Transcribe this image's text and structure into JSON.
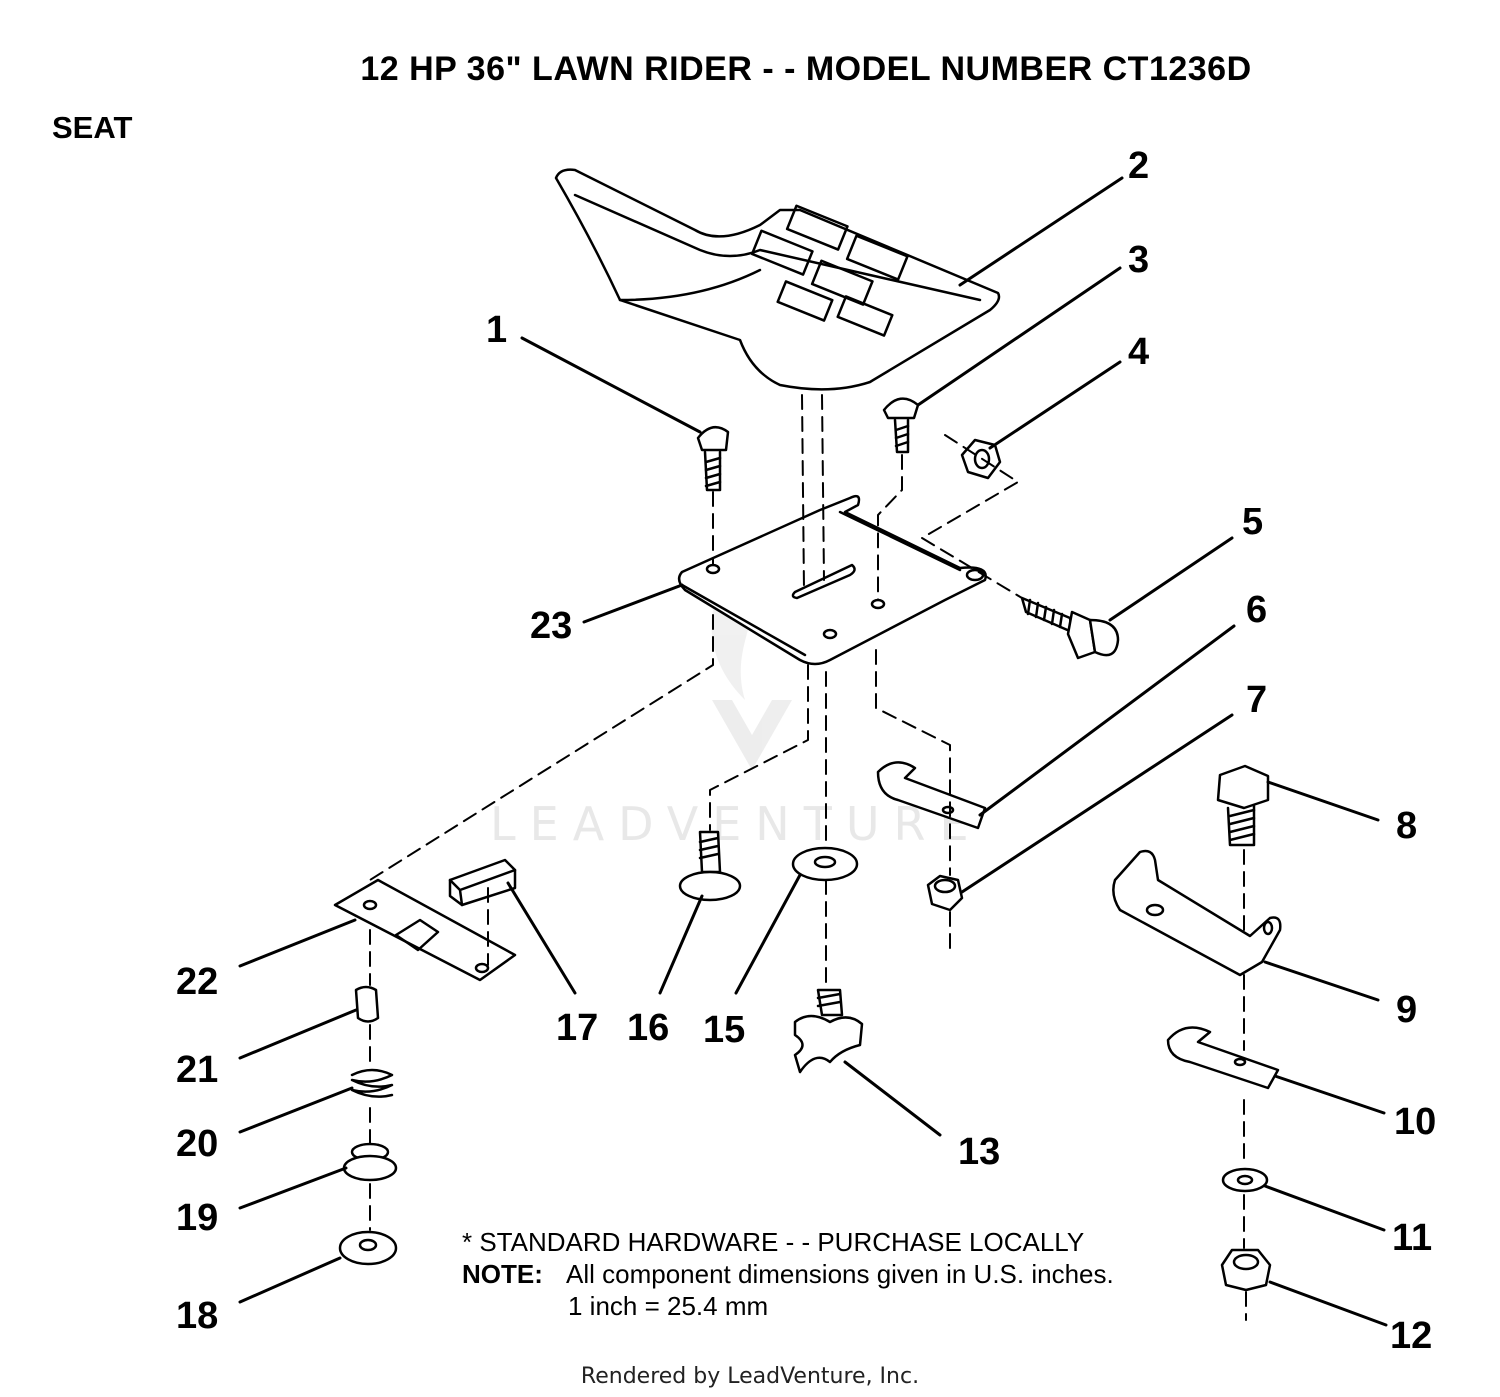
{
  "title": "12 HP 36\" LAWN RIDER - - MODEL NUMBER CT1236D",
  "section": "SEAT",
  "watermark": "LEADVENTURE",
  "callouts": [
    "1",
    "2",
    "3",
    "4",
    "5",
    "6",
    "7",
    "8",
    "9",
    "10",
    "11",
    "12",
    "13",
    "15",
    "16",
    "17",
    "18",
    "19",
    "20",
    "21",
    "22",
    "23"
  ],
  "notes": {
    "standard_hardware": "* STANDARD HARDWARE - - PURCHASE LOCALLY",
    "note_label": "NOTE:",
    "note_line1": "All component dimensions given in U.S. inches.",
    "note_line2": "1 inch = 25.4 mm"
  },
  "footer": "Rendered by LeadVenture, Inc."
}
